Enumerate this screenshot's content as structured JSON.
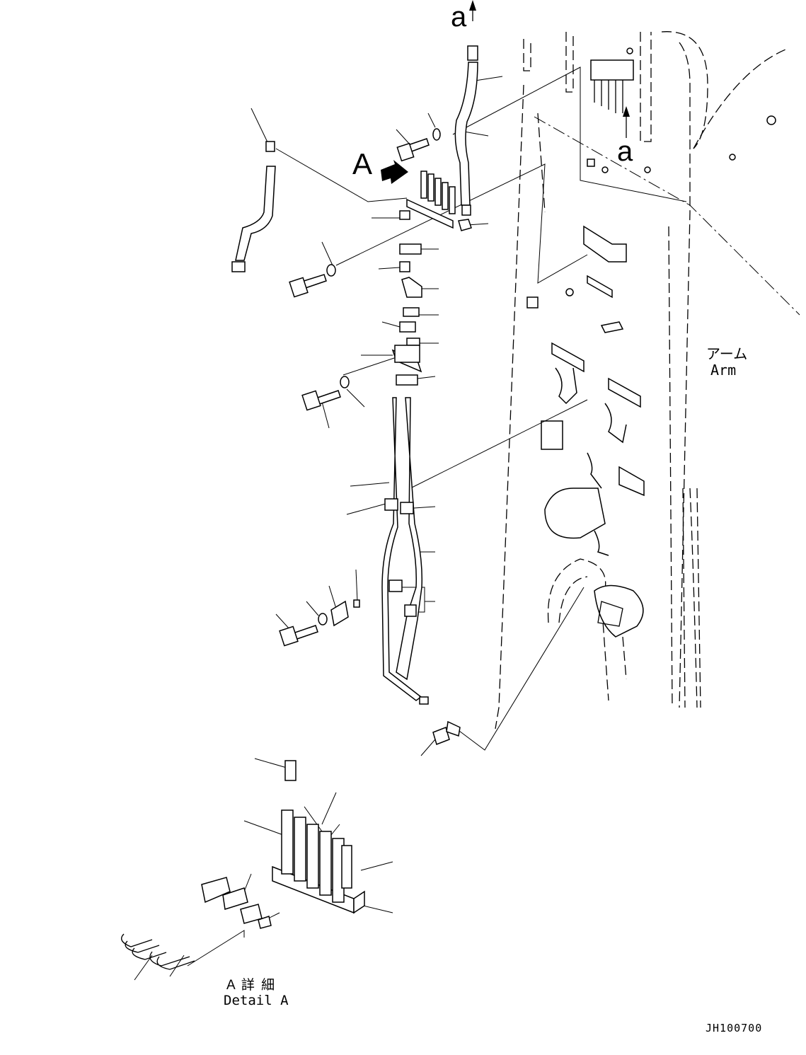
{
  "labels": {
    "view_a_marker": "A",
    "arrow_a_top": "a",
    "arrow_a_right": "a",
    "arm_jp": "アーム",
    "arm_en": "Arm",
    "detail_jp": "A 詳 細",
    "detail_en": "Detail A",
    "drawing_number": "JH100700"
  },
  "colors": {
    "ink": "#000000",
    "paper": "#ffffff"
  }
}
